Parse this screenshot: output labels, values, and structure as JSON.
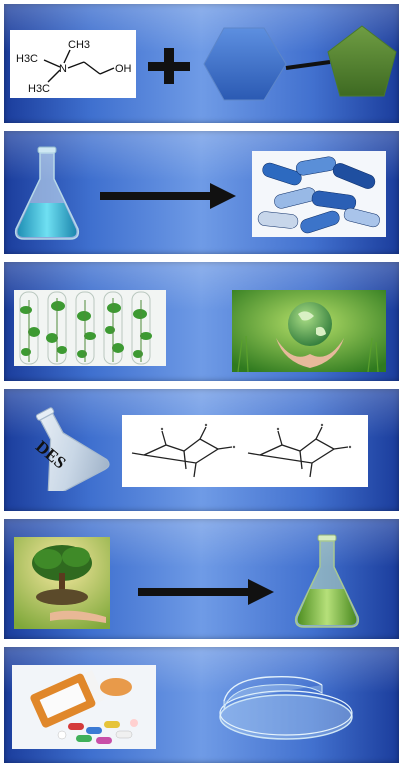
{
  "panel1": {
    "molecule_label_1": "H3C",
    "molecule_label_2": "CH3",
    "molecule_label_3": "H3C",
    "molecule_label_4": "N",
    "molecule_label_5": "OH"
  },
  "panel4": {
    "flask_label": "DES"
  },
  "colors": {
    "panel_dark": "#1b3d9c",
    "panel_light": "#6f9be6",
    "hexagon": "#3b6fc7",
    "pentagon": "#4f7e2f",
    "arrow": "#111111",
    "flask_blue": "#3bb8d6",
    "flask_green": "#7fbf4a"
  }
}
